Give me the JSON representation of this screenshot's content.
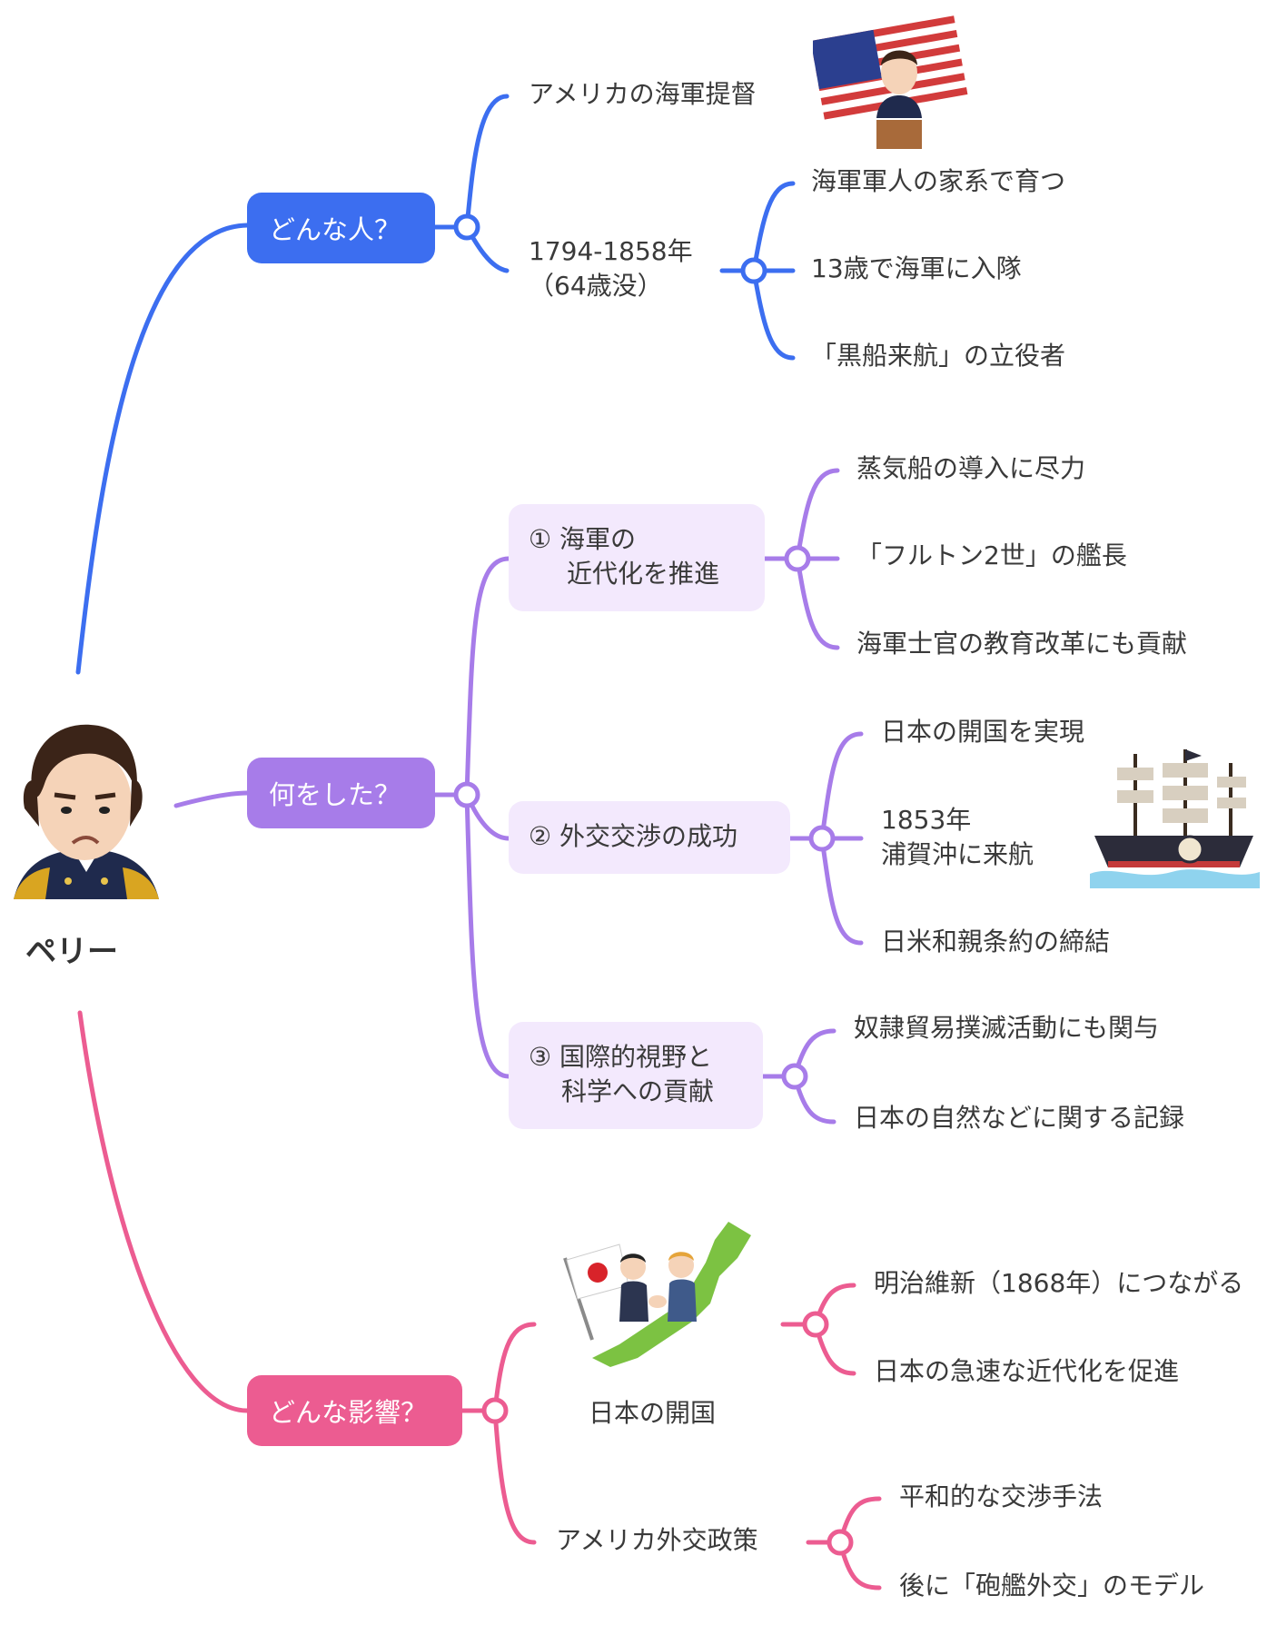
{
  "root": {
    "label": "ペリー",
    "icon": "perry-portrait-icon"
  },
  "colors": {
    "blue": "#3c6ef0",
    "purple": "#a77ce9",
    "pink": "#ec5c91",
    "sub_bg": "#f3e9fd"
  },
  "branches": [
    {
      "label": "どんな人？",
      "children": [
        {
          "label": "アメリカの海軍提督",
          "icon": "us-flag-speaker-icon"
        },
        {
          "label_lines": [
            "1794-1858年",
            "（64歳没）"
          ],
          "children": [
            "海軍軍人の家系で育つ",
            "13歳で海軍に入隊",
            "「黒船来航」の立役者"
          ]
        }
      ]
    },
    {
      "label": "何をした？",
      "children": [
        {
          "label_lines": [
            "① 海軍の",
            "近代化を推進"
          ],
          "children": [
            "蒸気船の導入に尽力",
            "「フルトン2世」の艦長",
            "海軍士官の教育改革にも貢献"
          ]
        },
        {
          "label": "② 外交交渉の成功",
          "children": [
            "日本の開国を実現",
            "1853年\n浦賀沖に来航",
            "日米和親条約の締結"
          ],
          "icon": "black-ship-icon"
        },
        {
          "label_lines": [
            "③ 国際的視野と",
            "科学への貢献"
          ],
          "children": [
            "奴隷貿易撲滅活動にも関与",
            "日本の自然などに関する記録"
          ]
        }
      ]
    },
    {
      "label": "どんな影響？",
      "children": [
        {
          "label": "日本の開国",
          "icon": "japan-handshake-icon",
          "children": [
            "明治維新（1868年）につながる",
            "日本の急速な近代化を促進"
          ]
        },
        {
          "label": "アメリカ外交政策",
          "children": [
            "平和的な交渉手法",
            "後に「砲艦外交」のモデル"
          ]
        }
      ]
    }
  ]
}
